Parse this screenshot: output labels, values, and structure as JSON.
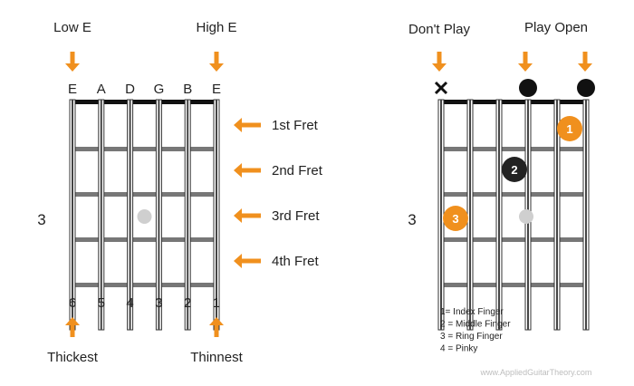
{
  "left_diagram": {
    "top_left_label": "Low E",
    "top_right_label": "High E",
    "string_names": [
      "E",
      "A",
      "D",
      "G",
      "B",
      "E"
    ],
    "fret_labels": [
      "1st Fret",
      "2nd Fret",
      "3rd Fret",
      "4th Fret"
    ],
    "fret_position": "3",
    "string_numbers": [
      "6",
      "5",
      "4",
      "3",
      "2",
      "1"
    ],
    "bottom_left_label": "Thickest",
    "bottom_right_label": "Thinnest",
    "position_marker": {
      "fret": 3,
      "between_strings": [
        3,
        4
      ]
    }
  },
  "right_diagram": {
    "dont_play_label": "Don't Play",
    "play_open_label": "Play Open",
    "string_markers": [
      "x",
      "",
      "",
      "o",
      "",
      "o"
    ],
    "fret_position": "3",
    "fingers": [
      {
        "label": "1",
        "string": 5,
        "fret": 1,
        "color": "#f0901e"
      },
      {
        "label": "2",
        "string": 3,
        "fret": 2,
        "color": "#222222"
      },
      {
        "label": "3",
        "string": 1,
        "fret": 3,
        "color": "#f0901e"
      }
    ],
    "position_marker": {
      "fret": 3,
      "between_strings": [
        3,
        4
      ]
    },
    "legend": [
      "1= Index Finger",
      "2 = Middle Finger",
      "3 = Ring Finger",
      "4 = Pinky"
    ]
  },
  "watermark": "www.AppliedGuitarTheory.com",
  "colors": {
    "accent": "#f0901e",
    "fret": "#777777",
    "dark": "#111111",
    "marker": "#cfcfcf"
  }
}
